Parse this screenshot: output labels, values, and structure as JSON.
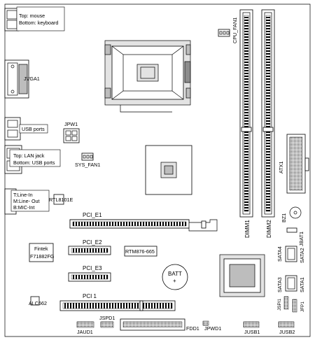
{
  "labels": {
    "ps2": "Top: mouse",
    "ps2_b": "Bottom: keyboard",
    "vga": "JVGA1",
    "usb": "USB ports",
    "lan": "Top: LAN jack",
    "lan_b": "Bottom: USB ports",
    "audio_1": "T:Line-In",
    "audio_2": "M:Line- Out",
    "audio_3": "B:MIC-Int",
    "rtl": "RTL8101E",
    "jpw1": "JPW1",
    "sysfan": "SYS_FAN1",
    "cpufan": "CPU_FAN1",
    "dimm1": "DIMM1",
    "dimm2": "DIMM2",
    "atx": "ATX1",
    "bz": "BZ1",
    "jbat": "JBAT1",
    "pcie1": "PCI_E1",
    "pcie2": "PCI_E2",
    "pcie3": "PCI_E3",
    "fintek_1": "Fintek",
    "fintek_2": "F71882FG",
    "rtm": "RTM876-665",
    "batt": "BATT",
    "batt_plus": "+",
    "sata4": "SATA4",
    "sata2": "SATA2",
    "sata3": "SATA3",
    "sata1": "SATA1",
    "jspi": "JSPI1",
    "jfp": "JFP1",
    "alc": "ALC662",
    "pci1": "PCI 1",
    "jspd": "JSPD1",
    "jaud": "JAUD1",
    "fdd": "FDD1",
    "jpwd": "JPWD1",
    "jusb1": "JUSB1",
    "jusb2": "JUSB2"
  }
}
